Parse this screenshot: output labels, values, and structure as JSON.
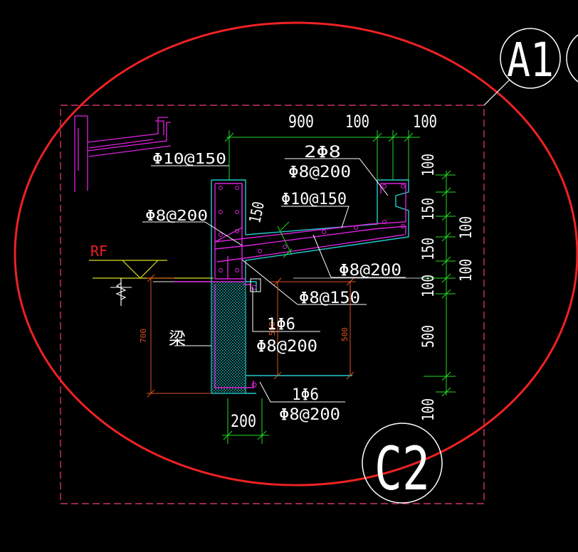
{
  "colors": {
    "background": "#000000",
    "dim_green": "#22dd22",
    "text_white": "#ffffff",
    "concrete_cyan": "#22cccc",
    "rebar_magenta": "#dd22dd",
    "frame_magenta": "#cc3366",
    "ellipse_red": "#ee2222",
    "elevation_orange": "#dd5522",
    "level_yellow": "#dddd22",
    "small_dim_orange": "#cc5522"
  },
  "labels": {
    "grid_bubble": "A1",
    "section_id": "C2",
    "roof_level": "RF",
    "beam": "梁"
  },
  "dims_top": {
    "d1": "900",
    "d2": "100",
    "d3": "100"
  },
  "dims_right": {
    "r1": "100",
    "r2": "150",
    "r3": "100",
    "r4": "150",
    "r5": "100",
    "r6": "100",
    "r7": "500",
    "r8": "100"
  },
  "dim_bottom": "200",
  "dim_slab": "150",
  "dims_orange": {
    "left": "700",
    "mid": "500",
    "right": "500"
  },
  "rebar": {
    "col_stirrup": "Φ10@150",
    "top_bars": "2Φ8",
    "top_stirrup": "Φ8@200",
    "slab_top": "Φ10@150",
    "left_dist": "Φ8@200",
    "slab_bottom": "Φ8@200",
    "slab_dist": "Φ8@150",
    "beam_bar": "1Φ6",
    "beam_stirrup": "Φ8@200",
    "bottom_bar": "1Φ6",
    "bottom_stirrup": "Φ8@200"
  }
}
